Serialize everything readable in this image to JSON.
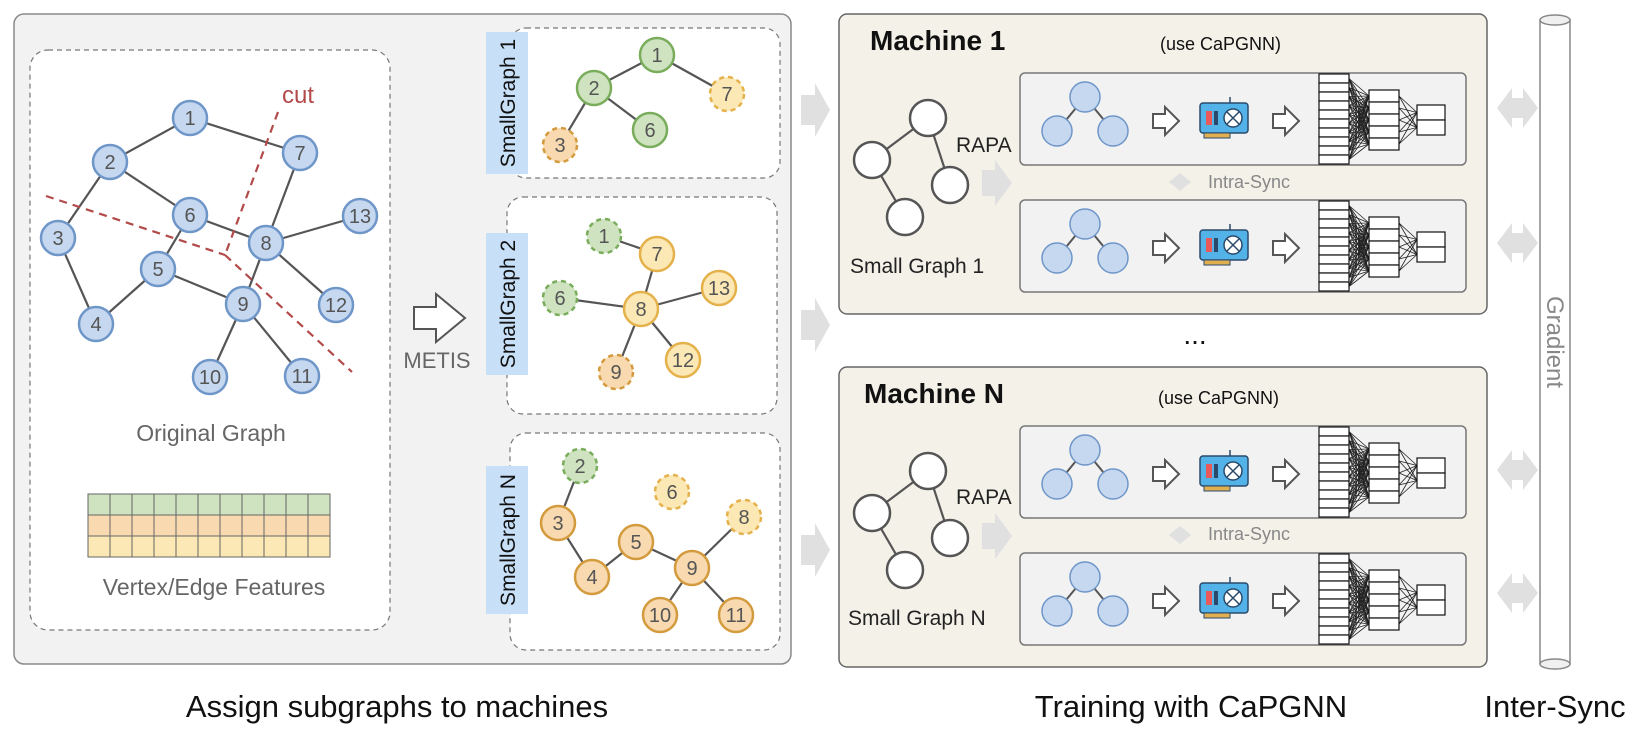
{
  "original": {
    "cut_label": "cut",
    "title": "Original Graph",
    "features_label": "Vertex/Edge Features",
    "nodes": [
      "1",
      "2",
      "3",
      "4",
      "5",
      "6",
      "7",
      "8",
      "9",
      "10",
      "11",
      "12",
      "13"
    ]
  },
  "metis_label": "METIS",
  "subgraphs": [
    {
      "label": "SmallGraph 1",
      "nodes": [
        "1",
        "2",
        "3",
        "6",
        "7"
      ]
    },
    {
      "label": "SmallGraph 2",
      "nodes": [
        "1",
        "6",
        "7",
        "8",
        "9",
        "12",
        "13"
      ]
    },
    {
      "label": "SmallGraph N",
      "nodes": [
        "2",
        "3",
        "4",
        "5",
        "6",
        "8",
        "9",
        "10",
        "11"
      ]
    }
  ],
  "machines": [
    {
      "title": "Machine 1",
      "note": "(use CaPGNN)",
      "rapa": "RAPA",
      "graph_label": "Small Graph 1",
      "sync": "Intra-Sync"
    },
    {
      "title": "Machine N",
      "note": "(use  CaPGNN)",
      "rapa": "RAPA",
      "graph_label": "Small Graph N",
      "sync": "Intra-Sync"
    }
  ],
  "ellipsis": "...",
  "gradient_label": "Gradient",
  "captions": {
    "left": "Assign subgraphs to machines",
    "middle": "Training with CaPGNN",
    "right": "Inter-Sync"
  },
  "colors": {
    "blue_fill": "#c5d8f0",
    "blue_stroke": "#6f96c8",
    "green_fill": "#cfe3c0",
    "green_stroke": "#79ad5c",
    "yellow_fill": "#fbe8b4",
    "yellow_stroke": "#e4b14a",
    "orange_fill": "#f8d9b0",
    "orange_stroke": "#d39b3d",
    "cut": "#b24a4a",
    "panel": "#f2f2f2",
    "machine": "#f3f1e8"
  }
}
